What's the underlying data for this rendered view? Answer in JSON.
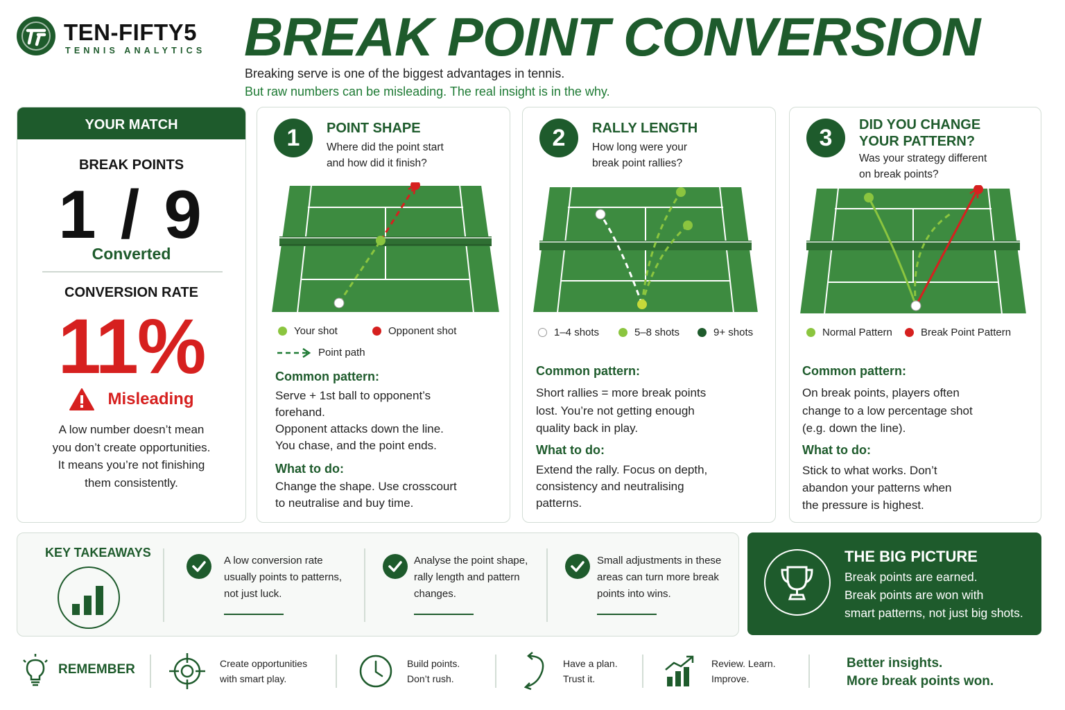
{
  "brand": {
    "name": "TEN-FIFTY5",
    "tagline": "TENNIS ANALYTICS",
    "logo_text": "TF"
  },
  "title": "BREAK POINT CONVERSION",
  "intro": {
    "line1": "Breaking serve is one of the biggest advantages in tennis.",
    "line2": "But raw numbers can be misleading. The real insight is in the why."
  },
  "match": {
    "header": "YOUR MATCH",
    "break_points_label": "BREAK POINTS",
    "break_points_value": "1 / 9",
    "converted_label": "Converted",
    "conversion_rate_label": "CONVERSION RATE",
    "conversion_rate_value": "11%",
    "warning_label": "Misleading",
    "note_lines": [
      "A low number doesn’t mean",
      "you don’t create opportunities.",
      "It means you’re not finishing",
      "them consistently."
    ]
  },
  "cards": [
    {
      "number": "1",
      "title": "POINT SHAPE",
      "subtitle_lines": [
        "Where did the point start",
        "and how did it finish?"
      ],
      "legend": [
        "Your shot",
        "Opponent shot",
        "Point path"
      ],
      "pattern_heading": "Common pattern:",
      "pattern_lines": [
        "Serve + 1st ball to opponent’s",
        "forehand.",
        "Opponent attacks down the line.",
        "You chase, and the point ends."
      ],
      "todo_heading": "What to do:",
      "todo_lines": [
        "Change the shape. Use crosscourt",
        "to neutralise and buy time."
      ]
    },
    {
      "number": "2",
      "title": "RALLY LENGTH",
      "subtitle_lines": [
        "How long were your",
        "break point rallies?"
      ],
      "legend": [
        "1–4 shots",
        "5–8 shots",
        "9+ shots"
      ],
      "pattern_heading": "Common pattern:",
      "pattern_lines": [
        "Short rallies = more break points",
        "lost. You’re not getting enough",
        "quality back in play."
      ],
      "todo_heading": "What to do:",
      "todo_lines": [
        "Extend the rally. Focus on depth,",
        "consistency and neutralising",
        "patterns."
      ]
    },
    {
      "number": "3",
      "title_lines": [
        "DID YOU CHANGE",
        "YOUR PATTERN?"
      ],
      "subtitle_lines": [
        "Was your strategy different",
        "on break points?"
      ],
      "legend": [
        "Normal Pattern",
        "Break Point Pattern"
      ],
      "pattern_heading": "Common pattern:",
      "pattern_lines": [
        "On break points, players often",
        "change to a low percentage shot",
        "(e.g. down the line)."
      ],
      "todo_heading": "What to do:",
      "todo_lines": [
        "Stick to what works. Don’t",
        "abandon your patterns when",
        "the pressure is highest."
      ]
    }
  ],
  "takeaways": {
    "title": "KEY TAKEAWAYS",
    "items": [
      {
        "lines": [
          "A low conversion rate",
          "usually points to patterns,",
          "not just luck."
        ]
      },
      {
        "lines": [
          "Analyse the point shape,",
          "rally length and pattern",
          "changes."
        ]
      },
      {
        "lines": [
          "Small adjustments in these",
          "areas can turn more break",
          "points into wins."
        ]
      }
    ]
  },
  "big_picture": {
    "title": "THE BIG PICTURE",
    "lines": [
      "Break points are earned.",
      "Break points are won with",
      "smart patterns, not just big shots."
    ]
  },
  "footer": {
    "remember": "REMEMBER",
    "items": [
      {
        "icon": "target-icon",
        "lines": [
          "Create opportunities",
          "with smart play."
        ]
      },
      {
        "icon": "clock-icon",
        "lines": [
          "Build points.",
          "Don’t rush."
        ]
      },
      {
        "icon": "arrows-icon",
        "lines": [
          "Have a plan.",
          "Trust it."
        ]
      },
      {
        "icon": "bar-chart-icon",
        "lines": [
          "Review. Learn.",
          "Improve."
        ]
      }
    ],
    "closing_lines": [
      "Better insights.",
      "More break points won."
    ]
  },
  "colors": {
    "brand_green": "#1e5b2c",
    "accent_green": "#1e7a34",
    "court_green": "#3d8b40",
    "your_shot": "#8bc53f",
    "opponent_shot": "#d6201f",
    "warning_red": "#d6201f"
  }
}
